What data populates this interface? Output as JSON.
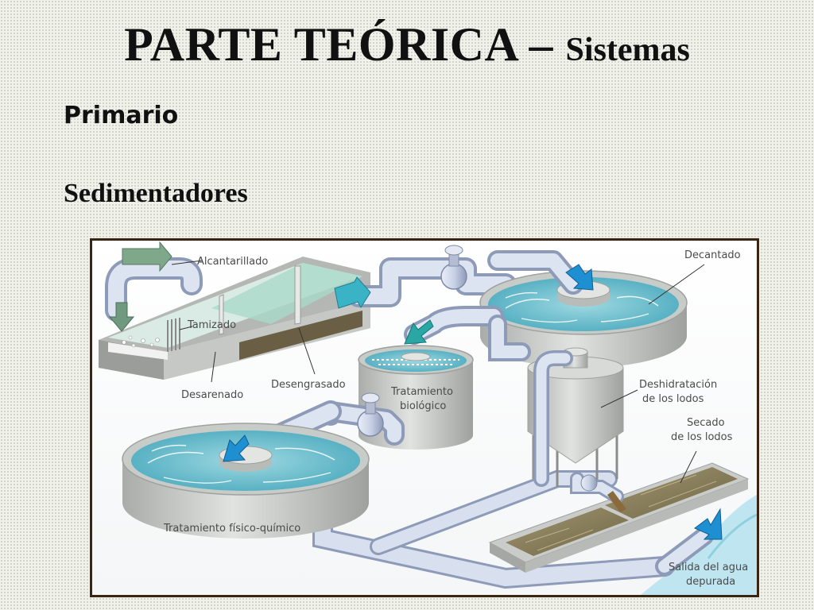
{
  "title": {
    "main": "PARTE TEÓRICA",
    "dash": " – ",
    "sub": "Sistemas"
  },
  "heading_primary": "Primario",
  "heading_secondary": "Sedimentadores",
  "diagram": {
    "labels": {
      "alcantarillado": "Alcantarillado",
      "tamizado": "Tamizado",
      "desarenado": "Desarenado",
      "desengrasado": "Desengrasado",
      "decantado": "Decantado",
      "tratamiento_biologico_1": "Tratamiento",
      "tratamiento_biologico_2": "biológico",
      "deshidratacion_1": "Deshidratación",
      "deshidratacion_2": "de los lodos",
      "secado_1": "Secado",
      "secado_2": "de los lodos",
      "fisico_quimico": "Tratamiento físico-químico",
      "salida_1": "Salida del agua",
      "salida_2": "depurada"
    },
    "colors": {
      "pipe": "#c9d2e6",
      "pipe_dark": "#8e9bb8",
      "water": "#5fb9c9",
      "tank_wall": "#c3c6c3",
      "flow_arrow": "#1e8fd1",
      "inflow_arrow": "#7fa88a",
      "sludge": "#8b7e5a",
      "frame": "#3a2412"
    }
  }
}
